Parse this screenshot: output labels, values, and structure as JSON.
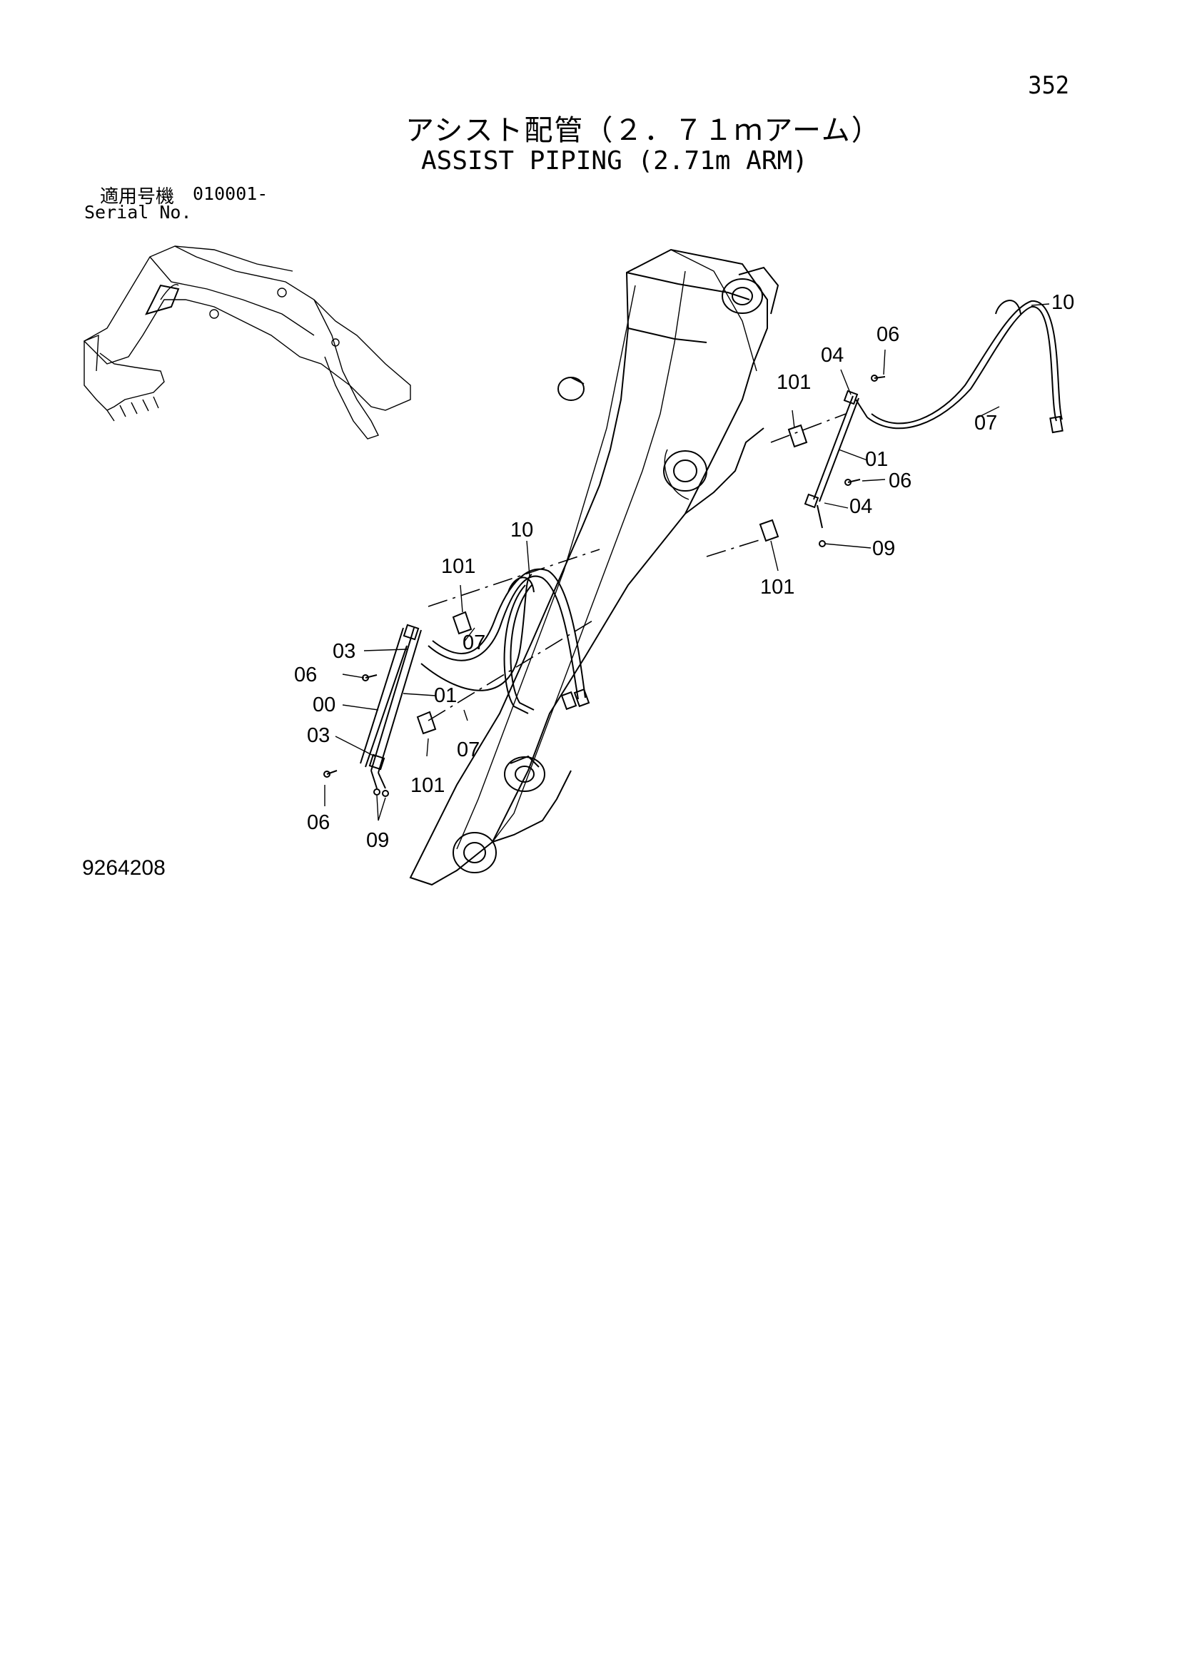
{
  "page_number": "352",
  "title_ja": "アシスト配管（２．７１ｍアーム）",
  "title_en": "ASSIST PIPING (2.71m ARM)",
  "serial": {
    "label_ja": "適用号機",
    "from": "010001-",
    "label_en": "Serial No."
  },
  "drawing_number": "9264208",
  "callouts": {
    "c10_top": "10",
    "c06_top": "06",
    "c04_top": "04",
    "c101_top": "101",
    "c07_right": "07",
    "c01_right": "01",
    "c06_mid": "06",
    "c04_mid": "04",
    "c09_right": "09",
    "c101_right": "101",
    "c10_mid": "10",
    "c101_left": "101",
    "c07_a": "07",
    "c03_a": "03",
    "c06_left": "06",
    "c01_left": "01",
    "c00": "00",
    "c03_b": "03",
    "c07_b": "07",
    "c101_low": "101",
    "c06_low": "06",
    "c09_low": "09"
  }
}
